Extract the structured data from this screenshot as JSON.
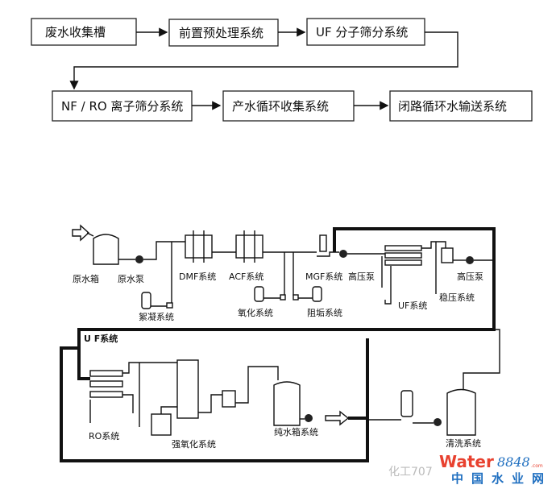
{
  "flowchart": {
    "steps": [
      {
        "label": "废水收集槽"
      },
      {
        "label": "前置预处理系统"
      },
      {
        "label": "UF 分子筛分系统"
      },
      {
        "label": "NF / RO 离子筛分系统"
      },
      {
        "label": "产水循环收集系统"
      },
      {
        "label": "闭路循环水输送系统"
      }
    ]
  },
  "process_diagram": {
    "labels": {
      "raw_tank": "原水箱",
      "raw_pump": "原水泵",
      "dmf": "DMF系统",
      "acf": "ACF系统",
      "flocculation": "絮凝系统",
      "oxidation": "氧化系统",
      "scale_inhibitor": "阻垢系统",
      "mgf": "MGF系统",
      "hp_pump_1": "高压泵",
      "uf_upper": "UF系统",
      "hp_pump_2": "高压泵",
      "stabilizer": "稳压系统",
      "uf_section": "U F系统",
      "ro": "RO系统",
      "strong_oxidation": "强氧化系统",
      "pure_tank": "纯水箱系统",
      "cleaning": "清洗系统"
    }
  },
  "watermark": {
    "wechat": "化工707",
    "brand": "Water",
    "brand_num": "8848",
    "brand_suffix": ".com",
    "site_name": "中国水业网"
  },
  "colors": {
    "brand_red": "#e8412f",
    "brand_blue": "#1f6fc0"
  }
}
